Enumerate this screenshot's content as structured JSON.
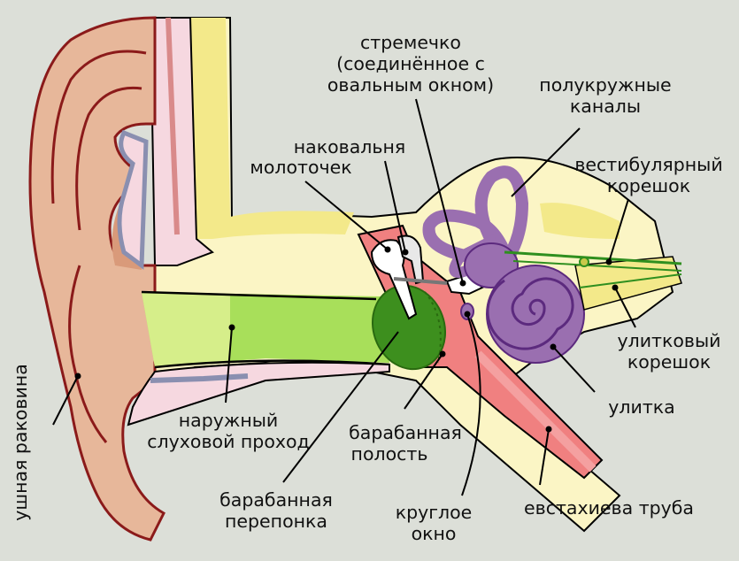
{
  "labels": {
    "stirrup_1": "стремечко",
    "stirrup_2": "(соединённое с",
    "stirrup_3": "овальным окном)",
    "anvil": "наковальня",
    "hammer": "молоточек",
    "canals_1": "полукружные",
    "canals_2": "каналы",
    "vestibular_1": "вестибулярный",
    "vestibular_2": "корешок",
    "cochlear_1": "улитковый",
    "cochlear_2": "корешок",
    "cochlea": "улитка",
    "canal_1": "наружный",
    "canal_2": "слуховой проход",
    "cavity_1": "барабанная",
    "cavity_2": "полость",
    "membrane_1": "барабанная",
    "membrane_2": "перепонка",
    "round_1": "круглое",
    "round_2": "окно",
    "eustachian": "евстахиева труба",
    "auricle": "ушная раковина"
  },
  "colors": {
    "background": "#dcdfd8",
    "skin": "#e7b79a",
    "skin_dark": "#d99a7a",
    "outline": "#8b1a1a",
    "cartilage": "#f6d8e0",
    "bone": "#fbf5c5",
    "bone_yellow": "#f3e98a",
    "canal_green": "#a8df5a",
    "eardrum": "#3d8f1e",
    "cavity_red": "#f08080",
    "labyrinth": "#9a6fb0",
    "labyrinth_stroke": "#5c2a7e",
    "nerve": "#c9c94a",
    "nerve_green": "#2f8f1f",
    "ossicle": "#ffffff"
  }
}
